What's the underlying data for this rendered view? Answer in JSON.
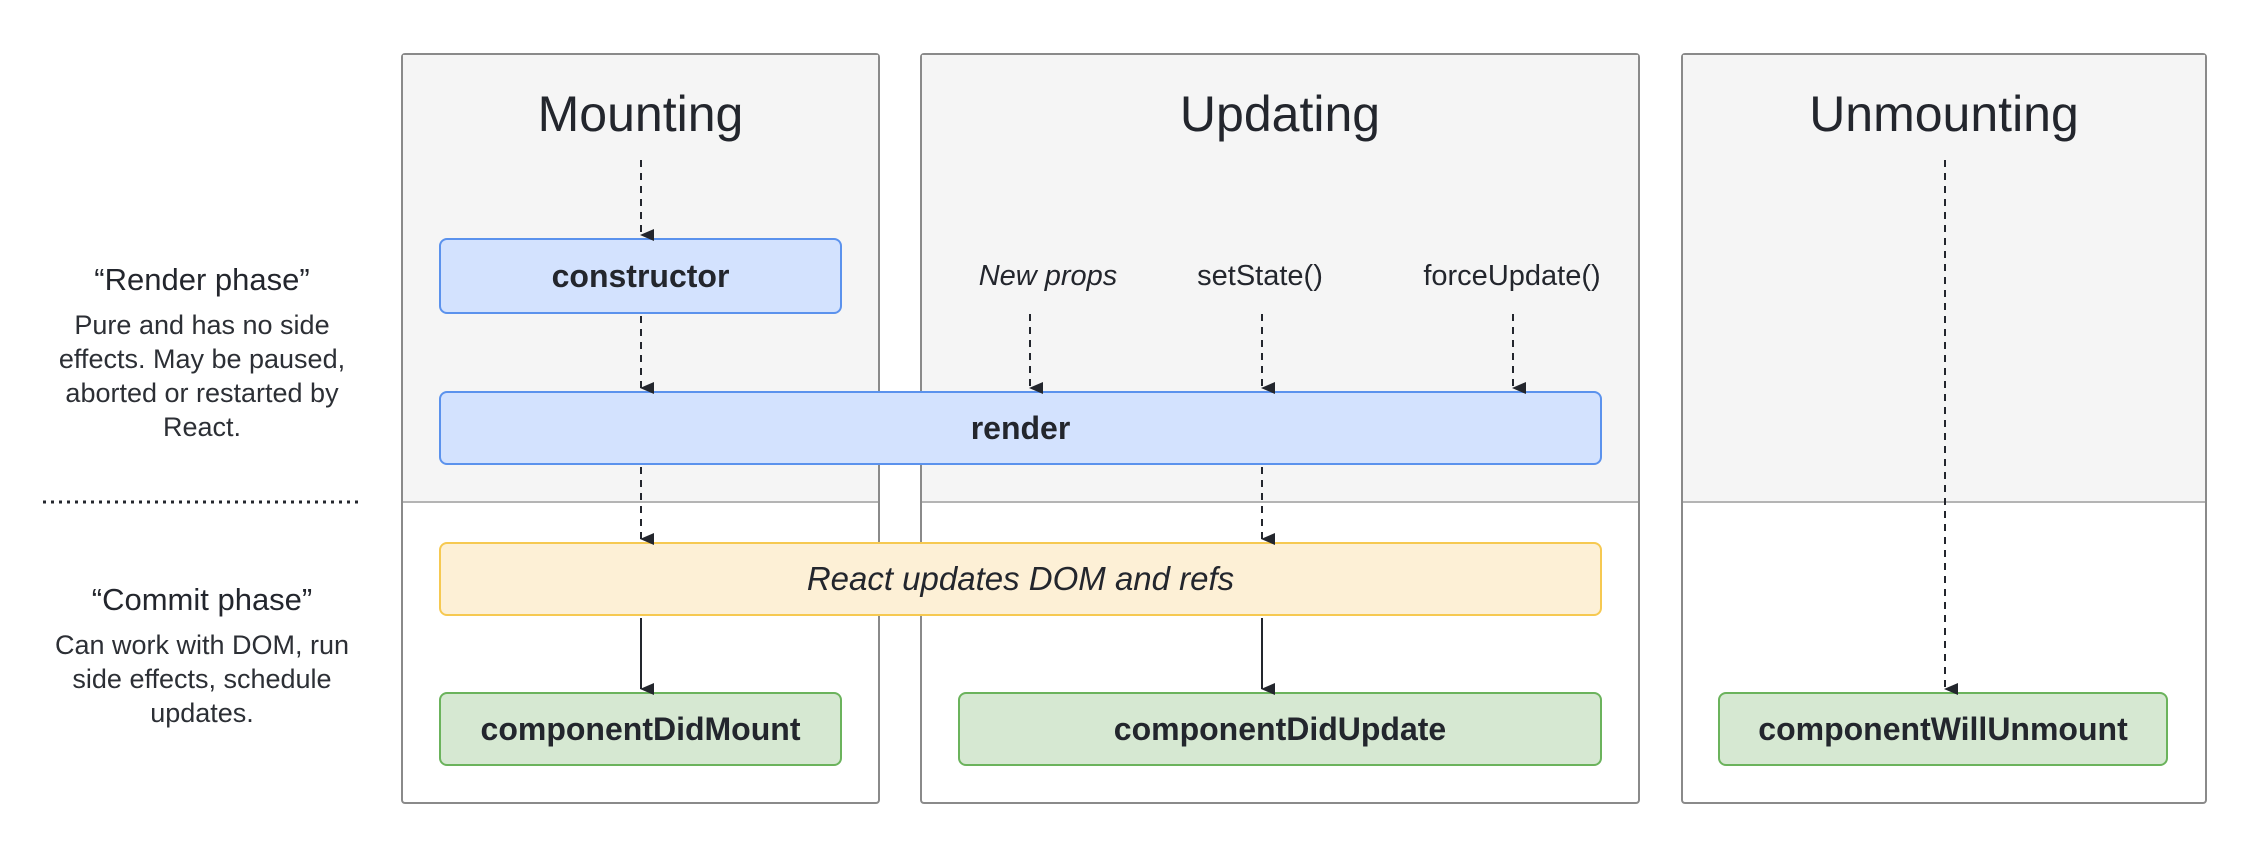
{
  "phases": {
    "render": {
      "title": "“Render phase”",
      "description": "Pure and has no side effects. May be paused, aborted or restarted by React."
    },
    "commit": {
      "title": "“Commit phase”",
      "description": "Can work with DOM, run side effects, schedule updates."
    }
  },
  "columns": {
    "mounting": {
      "title": "Mounting"
    },
    "updating": {
      "title": "Updating"
    },
    "unmounting": {
      "title": "Unmounting"
    }
  },
  "triggers": {
    "new_props": "New props",
    "set_state": "setState()",
    "force_update": "forceUpdate()"
  },
  "boxes": {
    "constructor": "constructor",
    "render": "render",
    "react_updates": "React updates DOM and refs",
    "component_did_mount": "componentDidMount",
    "component_did_update": "componentDidUpdate",
    "component_will_unmount": "componentWillUnmount"
  },
  "colors": {
    "render_box_fill": "#d3e2fe",
    "render_box_border": "#5b92ed",
    "dom_box_fill": "#fdf0d6",
    "dom_box_border": "#f6c951",
    "lifecycle_box_fill": "#d6e8d2",
    "lifecycle_box_border": "#6bb35c",
    "panel_shade": "#f5f5f5"
  }
}
